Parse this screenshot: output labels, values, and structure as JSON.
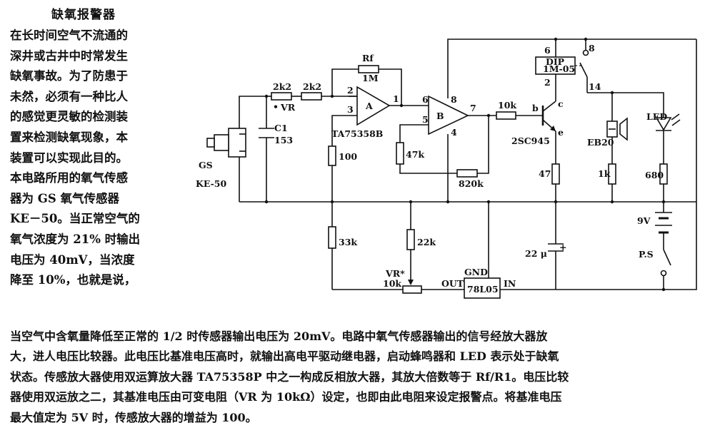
{
  "title": "缺氧报警器",
  "left_lines": [
    "在长时间空气不流通的",
    "深井或古井中时常发生",
    "缺氧事故。为了防患于",
    "未然，必须有一种比人",
    "的感觉更灵敏的检测装",
    "置来检测缺氧现象，本",
    "装置可以实现此目的。",
    "本电路所用的氧气传感",
    "器为 GS 氧气传感器",
    "KE－50。当正常空气的",
    "氧气浓度为 21% 时输出",
    "电压为 40mV，当浓度",
    "降至 10%，也就是说，"
  ],
  "bottom_lines": [
    "当空气中含氧量降低至正常的 1/2 时传感器输出电压为 20mV。电路中氧气传感器输出的信号经放大器放",
    "大，进人电压比较器。此电压比基准电压高时，就输出高电平驱动继电器，启动蜂鸣器和 LED 表示处于缺氧",
    "状态。传感放大器使用双运算放大器 TA75358P 中之一构成反相放大器，其放大倍数等于 Rf/R1。电压比较",
    "器使用双运放之二，其基准电压由可变电阻（VR 为 10kΩ）设定，也即由此电阻来设定报警点。将基准电压",
    "最大值定为 5V 时，传感放大器的增益为 100。"
  ],
  "labels": {
    "gs": "GS",
    "ke50": "KE-50",
    "c1": "C1",
    "c1_val": "153",
    "r2k2a": "2k2",
    "r2k2b": "2k2",
    "vr": "VR",
    "dot": "•",
    "rf": "Rf",
    "rf_val": "1M",
    "opa": "A",
    "opb": "B",
    "pin2": "2",
    "pin3": "3",
    "pin1": "1",
    "pin6": "6",
    "pin5": "5",
    "pin8": "8",
    "pin4": "4",
    "pin7": "7",
    "ic_name": "TA75358B",
    "r100": "100",
    "r47k": "47k",
    "r820k": "820k",
    "r10k": "10k",
    "b": "b",
    "c": "c",
    "e": "e",
    "transistor": "2SC945",
    "r47": "47",
    "dip": "DIP",
    "relay": "1M-05",
    "rl6": "6",
    "rl2": "2",
    "rl8": "8",
    "rl14": "14",
    "eb20": "EB20",
    "r1k": "1k",
    "led": "LED",
    "r680": "680",
    "bat": "9V",
    "ps": "P.S",
    "r33k": "33k",
    "r22k": "22k",
    "vrstar": "VR*",
    "vr10k": "10k",
    "out": "OUT",
    "gnd": "GND",
    "reg": "78L05",
    "in": "IN",
    "cap22": "22 μ",
    "plus": "+"
  }
}
